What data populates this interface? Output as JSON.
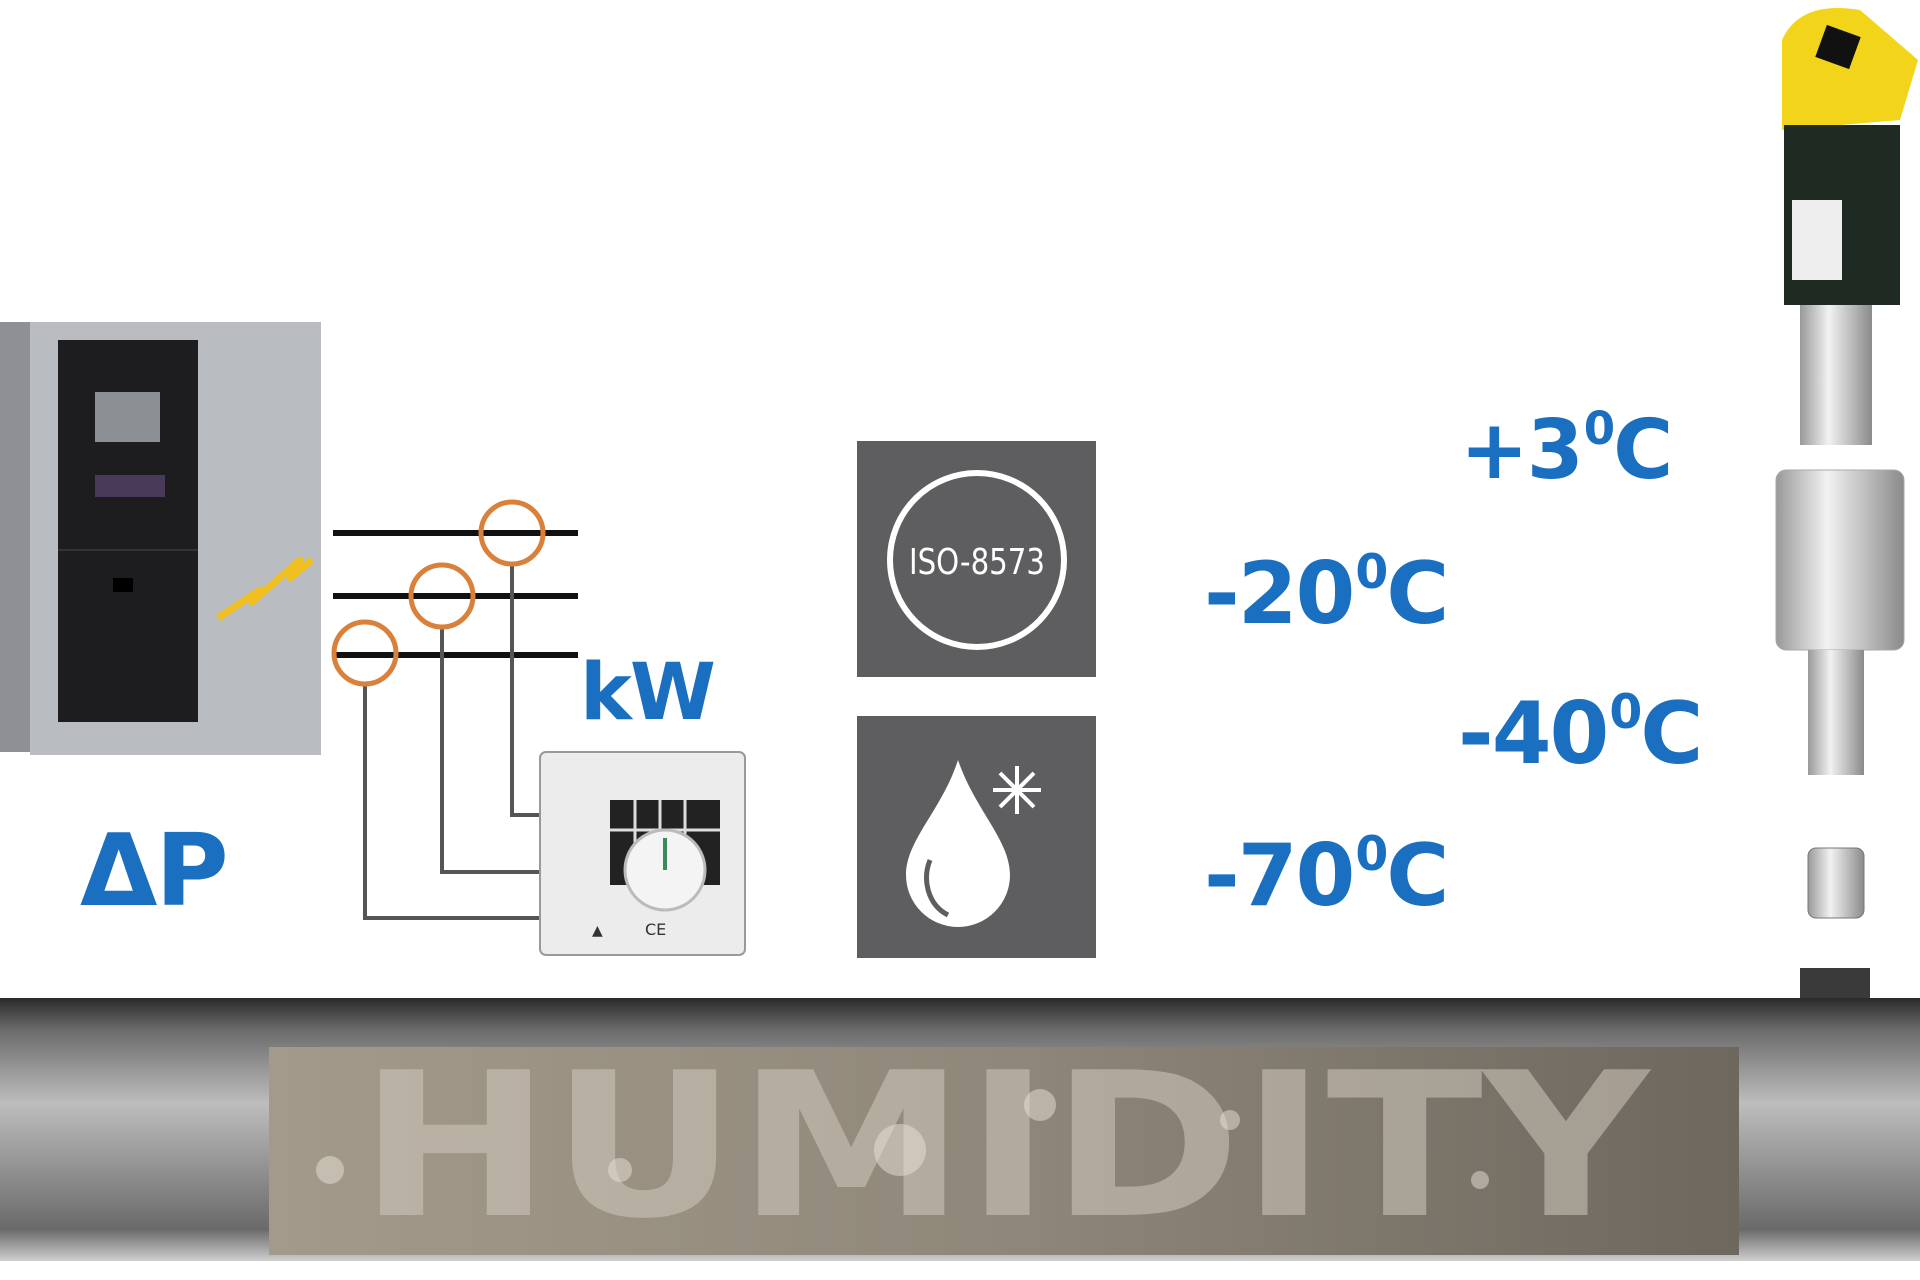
{
  "labels": {
    "pressure": "ΔP",
    "power": "kW",
    "temp_plus3": {
      "value": "+3",
      "deg": "0",
      "unit": "C"
    },
    "temp_minus20": {
      "value": "-20",
      "deg": "0",
      "unit": "C"
    },
    "temp_minus40": {
      "value": "-40",
      "deg": "0",
      "unit": "C"
    },
    "temp_minus70": {
      "value": "-70",
      "deg": "0",
      "unit": "C"
    }
  },
  "iso_badge": {
    "text": "ISO-8573"
  },
  "pipe": {
    "lettering": "HUMIDITY"
  },
  "colors": {
    "accent_blue": "#1a6fc0",
    "badge_gray": "#5e5e60",
    "ring_orange": "#d9803a",
    "sensor_yellow": "#f2d51a"
  },
  "icons": [
    "air-dryer-unit",
    "current-clamp-ring",
    "power-meter",
    "iso-badge",
    "water-drop-snowflake-icon",
    "dew-point-sensor",
    "humid-pipe"
  ]
}
